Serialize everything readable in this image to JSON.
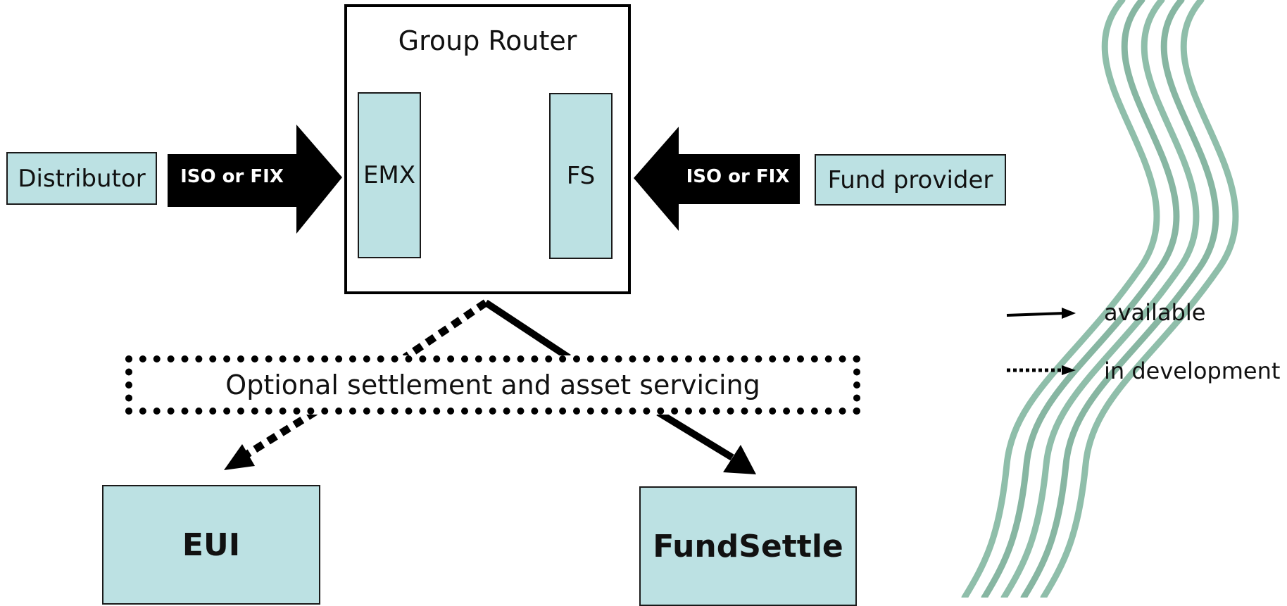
{
  "colors": {
    "box_fill": "#bce1e3",
    "box_border": "#1a1a1a",
    "arrow": "#000000",
    "ribbon": "#5f9e84"
  },
  "group_router": {
    "title": "Group Router",
    "emx": "EMX",
    "fs": "FS"
  },
  "distributor": "Distributor",
  "fund_provider": "Fund provider",
  "protocol_left": "ISO or FIX",
  "protocol_right": "ISO or FIX",
  "settlement_box": "Optional settlement and asset servicing",
  "eui": "EUI",
  "fundsettle": "FundSettle",
  "legend": {
    "available": "available",
    "in_development": "in development"
  },
  "icons": {
    "solid_arrow": "arrow-solid-icon",
    "dotted_arrow": "arrow-dotted-icon",
    "ribbon": "wave-ribbon-decoration"
  }
}
